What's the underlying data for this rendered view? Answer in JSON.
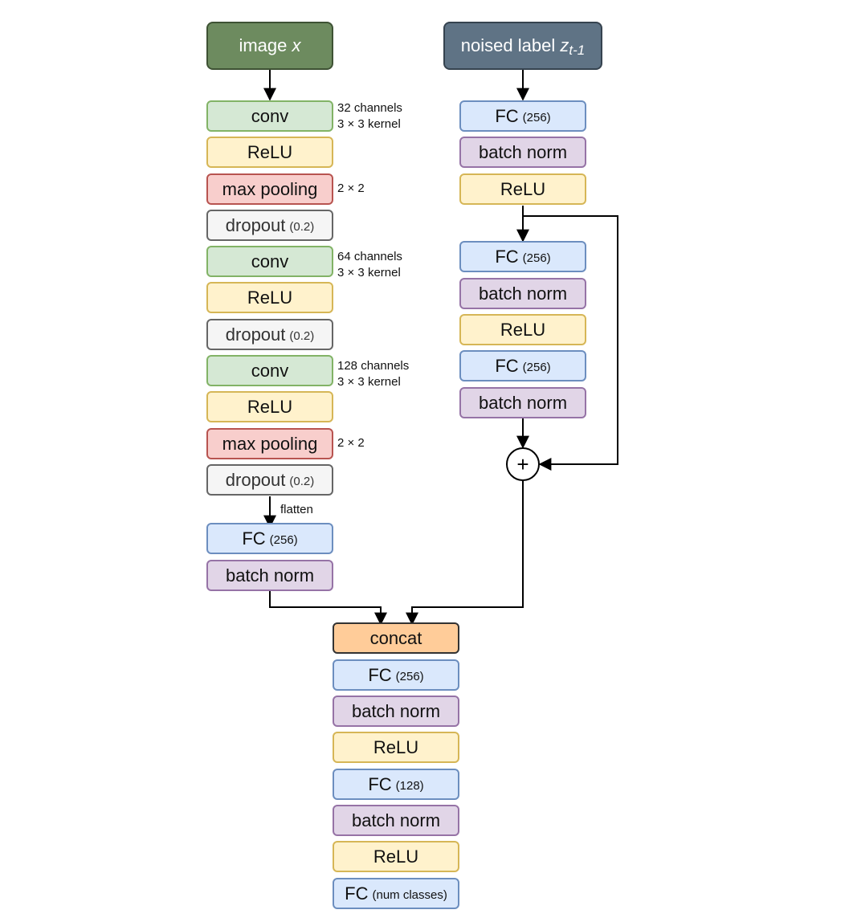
{
  "inputs": {
    "image": {
      "text": "image",
      "var": "x"
    },
    "label": {
      "text": "noised label",
      "var": "z",
      "sub": "t-1"
    }
  },
  "left_branch": [
    {
      "type": "conv",
      "label": "conv"
    },
    {
      "type": "relu",
      "label": "ReLU"
    },
    {
      "type": "pool",
      "label": "max pooling"
    },
    {
      "type": "drop",
      "label": "dropout",
      "param": "(0.2)"
    },
    {
      "type": "conv",
      "label": "conv"
    },
    {
      "type": "relu",
      "label": "ReLU"
    },
    {
      "type": "drop",
      "label": "dropout",
      "param": "(0.2)"
    },
    {
      "type": "conv",
      "label": "conv"
    },
    {
      "type": "relu",
      "label": "ReLU"
    },
    {
      "type": "pool",
      "label": "max pooling"
    },
    {
      "type": "drop",
      "label": "dropout",
      "param": "(0.2)"
    },
    {
      "type": "fc",
      "label": "FC",
      "param": "(256)"
    },
    {
      "type": "bn",
      "label": "batch norm"
    }
  ],
  "left_annotations": {
    "conv1_channels": "32 channels",
    "conv1_kernel": "3 × 3 kernel",
    "pool1": "2 × 2",
    "conv2_channels": "64 channels",
    "conv2_kernel": "3 × 3 kernel",
    "conv3_channels": "128 channels",
    "conv3_kernel": "3 × 3 kernel",
    "pool2": "2 × 2",
    "flatten": "flatten"
  },
  "right_branch": [
    {
      "type": "fc",
      "label": "FC",
      "param": "(256)"
    },
    {
      "type": "bn",
      "label": "batch norm"
    },
    {
      "type": "relu",
      "label": "ReLU"
    },
    {
      "type": "fc",
      "label": "FC",
      "param": "(256)"
    },
    {
      "type": "bn",
      "label": "batch norm"
    },
    {
      "type": "relu",
      "label": "ReLU"
    },
    {
      "type": "fc",
      "label": "FC",
      "param": "(256)"
    },
    {
      "type": "bn",
      "label": "batch norm"
    }
  ],
  "sum_symbol": "+",
  "bottom_stack": [
    {
      "type": "concat",
      "label": "concat"
    },
    {
      "type": "fc",
      "label": "FC",
      "param": "(256)"
    },
    {
      "type": "bn",
      "label": "batch norm"
    },
    {
      "type": "relu",
      "label": "ReLU"
    },
    {
      "type": "fc",
      "label": "FC",
      "param": "(128)"
    },
    {
      "type": "bn",
      "label": "batch norm"
    },
    {
      "type": "relu",
      "label": "ReLU"
    },
    {
      "type": "fc",
      "label": "FC",
      "param": "(num classes)"
    }
  ],
  "colors": {
    "image_input": "#6d8b5f",
    "label_input": "#5f7385",
    "conv": "#d5e8d4",
    "relu": "#fff2cc",
    "pool": "#f8cecc",
    "dropout": "#f5f5f5",
    "fc": "#dae8fc",
    "batch_norm": "#e1d5e7",
    "concat": "#ffcc99"
  }
}
